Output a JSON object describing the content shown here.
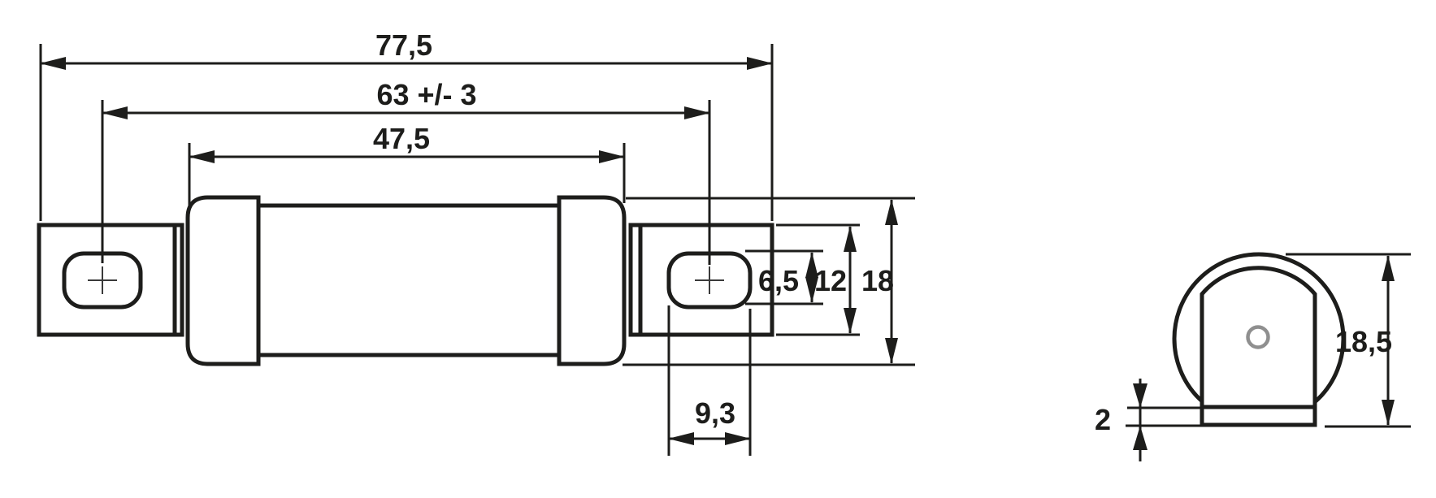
{
  "meta": {
    "type": "technical-dimension-drawing",
    "subject": "cartridge fuse with slotted blade terminals, side view and end view",
    "decimal_style": "comma",
    "colors": {
      "line": "#1d1d1b",
      "hole_mark": "#8f8f8f",
      "background": "#ffffff"
    }
  },
  "dims": {
    "overall_length": "77,5",
    "hole_spacing": "63 +/- 3",
    "body_length": "47,5",
    "hole_height": "6,5",
    "terminal_height": "12",
    "body_diameter": "18",
    "hole_width": "9,3",
    "end_view_height": "18,5",
    "terminal_thickness": "2"
  }
}
